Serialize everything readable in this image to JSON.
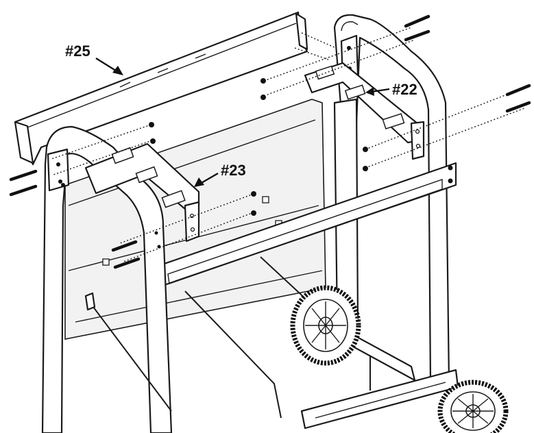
{
  "callouts": {
    "part_25": "#25",
    "part_22": "#22",
    "part_23": "#23"
  },
  "colors": {
    "line": "#1a1a1a",
    "background": "#ffffff"
  }
}
